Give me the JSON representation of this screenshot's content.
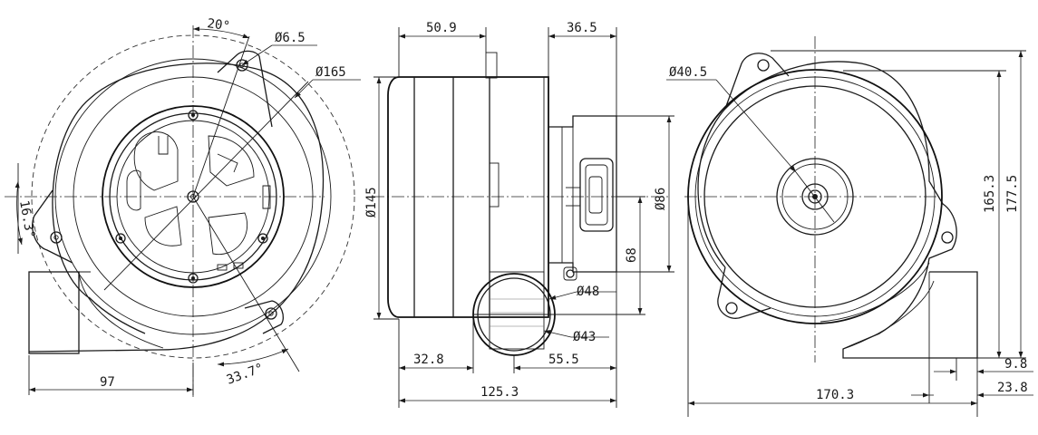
{
  "views": {
    "front": {
      "angle_top": "20°",
      "hole_dia": "Ø6.5",
      "outer_dia": "Ø165",
      "angle_left": "16.3°",
      "width_left": "97",
      "angle_bottom": "33.7°"
    },
    "side": {
      "top_left": "50.9",
      "top_right": "36.5",
      "body_dia": "Ø145",
      "conn_dia": "Ø86",
      "center_h": "68",
      "outlet_outer": "Ø48",
      "outlet_inner": "Ø43",
      "bottom_left": "32.8",
      "bottom_right": "55.5",
      "total_len": "125.3"
    },
    "rear": {
      "hub_dia": "Ø40.5",
      "h_inner": "165.3",
      "h_outer": "177.5",
      "off_small": "9.8",
      "off_large": "23.8",
      "width": "170.3"
    }
  }
}
